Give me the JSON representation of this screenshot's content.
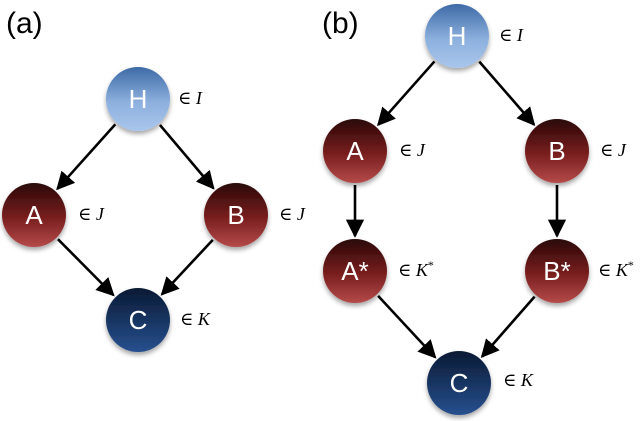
{
  "panels": [
    {
      "label": "(a)",
      "nodes": [
        {
          "id": "H",
          "label": "H",
          "color": "blue-light",
          "set_sym": "∈",
          "set_name": "I",
          "set_sup": ""
        },
        {
          "id": "A",
          "label": "A",
          "color": "red",
          "set_sym": "∈",
          "set_name": "J",
          "set_sup": ""
        },
        {
          "id": "B",
          "label": "B",
          "color": "red",
          "set_sym": "∈",
          "set_name": "J",
          "set_sup": ""
        },
        {
          "id": "C",
          "label": "C",
          "color": "blue-dark",
          "set_sym": "∈",
          "set_name": "K",
          "set_sup": ""
        }
      ],
      "edges": [
        [
          "H",
          "A"
        ],
        [
          "H",
          "B"
        ],
        [
          "A",
          "C"
        ],
        [
          "B",
          "C"
        ]
      ]
    },
    {
      "label": "(b)",
      "nodes": [
        {
          "id": "H",
          "label": "H",
          "color": "blue-light",
          "set_sym": "∈",
          "set_name": "I",
          "set_sup": ""
        },
        {
          "id": "A",
          "label": "A",
          "color": "red",
          "set_sym": "∈",
          "set_name": "J",
          "set_sup": ""
        },
        {
          "id": "B",
          "label": "B",
          "color": "red",
          "set_sym": "∈",
          "set_name": "J",
          "set_sup": ""
        },
        {
          "id": "A*",
          "label": "A*",
          "color": "red",
          "set_sym": "∈",
          "set_name": "K",
          "set_sup": "*"
        },
        {
          "id": "B*",
          "label": "B*",
          "color": "red",
          "set_sym": "∈",
          "set_name": "K",
          "set_sup": "*"
        },
        {
          "id": "C",
          "label": "C",
          "color": "blue-dark",
          "set_sym": "∈",
          "set_name": "K",
          "set_sup": ""
        }
      ],
      "edges": [
        [
          "H",
          "A"
        ],
        [
          "H",
          "B"
        ],
        [
          "A",
          "A*"
        ],
        [
          "B",
          "B*"
        ],
        [
          "A*",
          "C"
        ],
        [
          "B*",
          "C"
        ]
      ]
    }
  ],
  "colors": {
    "blue_light_top": "#3d6aa6",
    "blue_light_bottom": "#a9c6ec",
    "red_top": "#2a0707",
    "red_bottom": "#b54a4a",
    "blue_dark_top": "#0a1a33",
    "blue_dark_bottom": "#27508f",
    "arrow": "#000000"
  }
}
